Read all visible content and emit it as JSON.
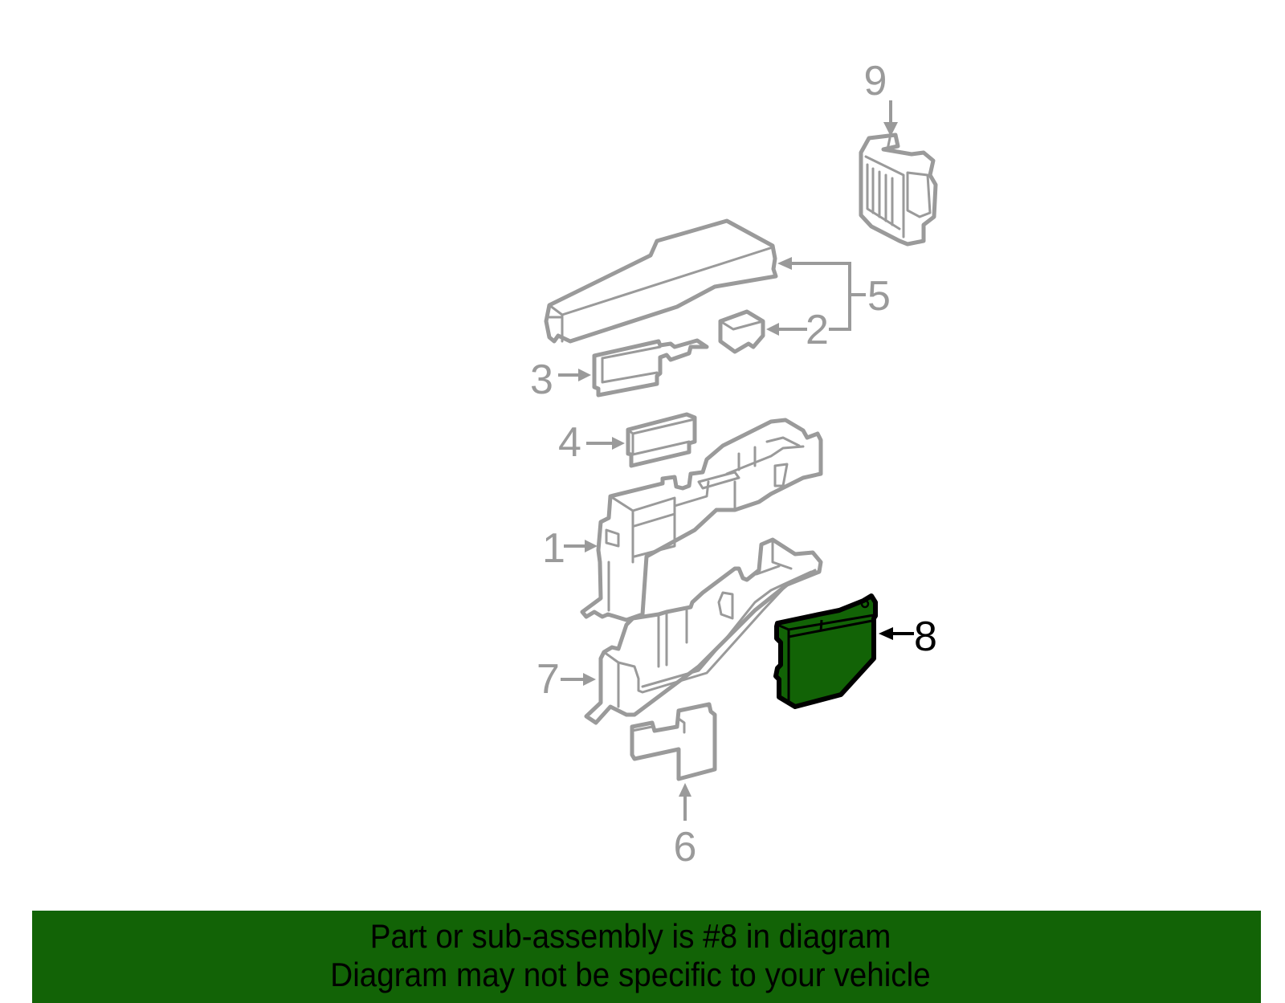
{
  "diagram": {
    "highlight_color": "#126306",
    "line_color": "#9a9a9a",
    "highlighted_part": "8",
    "callouts": [
      {
        "id": "1",
        "label": "1"
      },
      {
        "id": "2",
        "label": "2"
      },
      {
        "id": "3",
        "label": "3"
      },
      {
        "id": "4",
        "label": "4"
      },
      {
        "id": "5",
        "label": "5"
      },
      {
        "id": "6",
        "label": "6"
      },
      {
        "id": "7",
        "label": "7"
      },
      {
        "id": "8",
        "label": "8"
      },
      {
        "id": "9",
        "label": "9"
      }
    ]
  },
  "banner": {
    "line1": "Part or sub-assembly is #8 in diagram",
    "line2": "Diagram may not be specific to your vehicle",
    "background": "#126306"
  }
}
